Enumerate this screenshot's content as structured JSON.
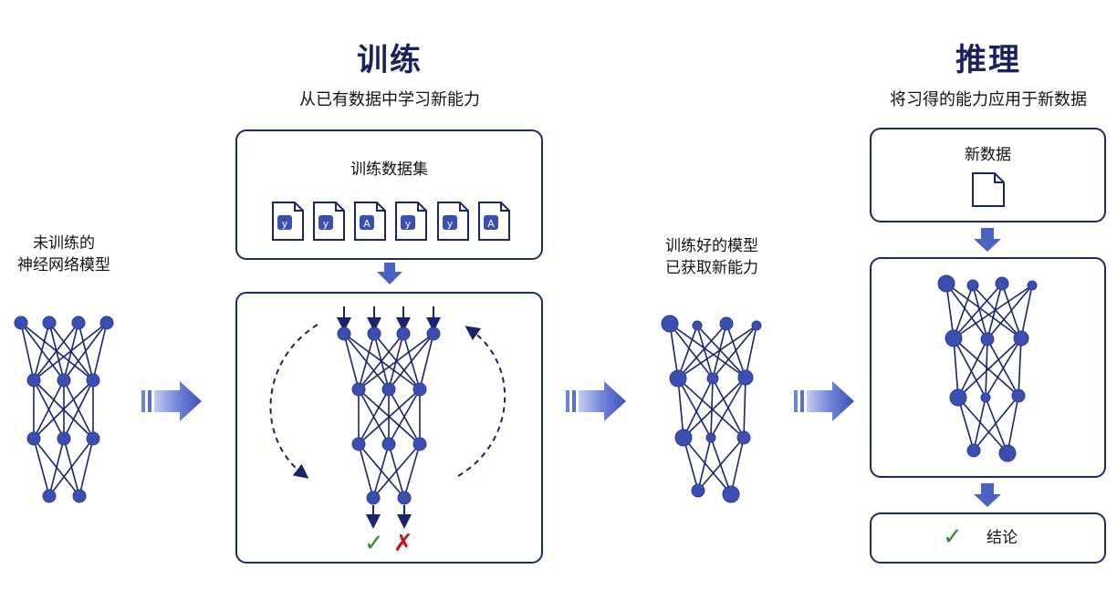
{
  "training": {
    "title": "训练",
    "subtitle": "从已有数据中学习新能力",
    "dataset_label": "训练数据集"
  },
  "inference": {
    "title": "推理",
    "subtitle": "将习得的能力应用于新数据",
    "new_data_label": "新数据",
    "conclusion_label": "结论"
  },
  "untrained_label": [
    "未训练的",
    "神经网络模型"
  ],
  "trained_label": [
    "训练好的模型",
    "已获取新能力"
  ],
  "colors": {
    "node": "#3a4fb0",
    "edge": "#1b2468",
    "border": "#1f2a5e",
    "arrow": "#4a62c4",
    "check": "#2e8b2e",
    "cross": "#c0141c"
  }
}
